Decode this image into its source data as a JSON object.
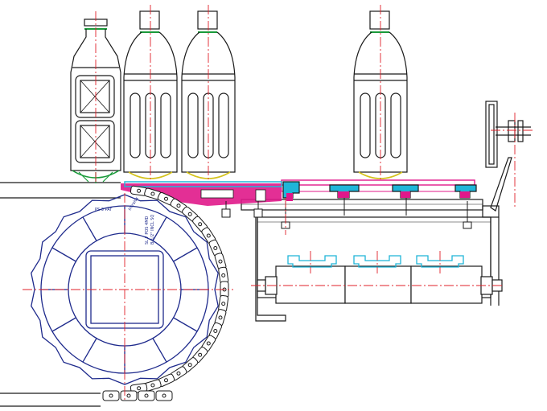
{
  "drawing": {
    "sprocket_marking": "Intralox",
    "sprocket_text_lines": [
      "SL 7 POS 4MD",
      "B-1/2\" INCL SQ"
    ],
    "sprocket_rim_text": "PS 3 PAT"
  },
  "colors": {
    "outline": "#1a1a1a",
    "sprocket": "#1e2a8c",
    "centerline": "#e0202a",
    "belt": "#e0188a",
    "wear_strip": "#1fb5d8",
    "base_cup": "#1a9a3a",
    "petaloid": "#d4c21a"
  },
  "bottles": [
    {
      "id": "square-bottle",
      "type": "square-panel",
      "neck_color": "#1a9a3a"
    },
    {
      "id": "round-bottle-1",
      "type": "round-panel",
      "neck_color": "#1a9a3a"
    },
    {
      "id": "round-bottle-2",
      "type": "round-panel",
      "neck_color": "#1a9a3a"
    },
    {
      "id": "round-bottle-3",
      "type": "round-panel",
      "neck_color": "#1a9a3a"
    }
  ],
  "return_rollers": 3,
  "carry_profiles": 4,
  "return_profiles": 3
}
